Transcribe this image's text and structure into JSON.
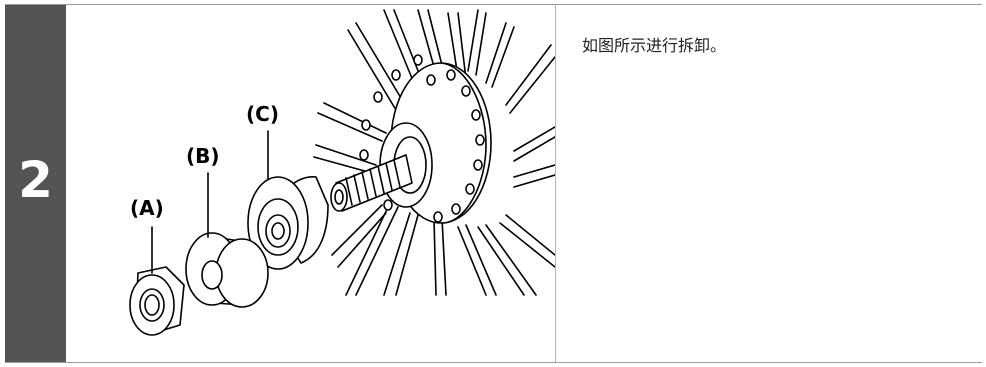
{
  "step": {
    "number": "2"
  },
  "instruction": {
    "text": "如图所示进行拆卸。"
  },
  "figure": {
    "labels": {
      "a": "(A)",
      "b": "(B)",
      "c": "(C)"
    },
    "icon": "hub-disassembly-illustration"
  }
}
